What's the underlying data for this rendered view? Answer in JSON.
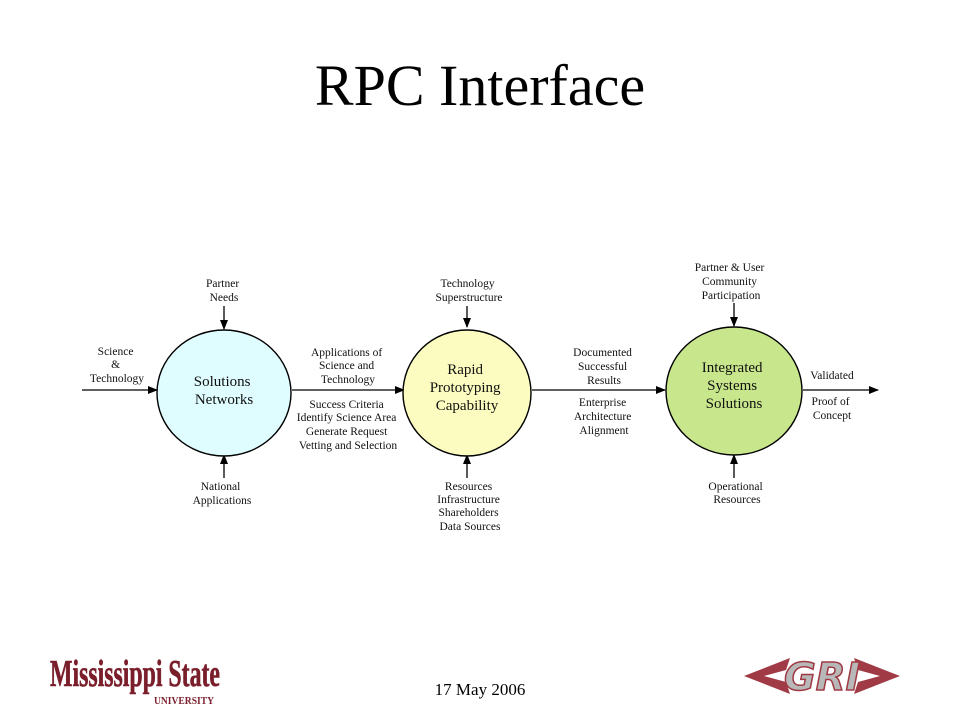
{
  "slide": {
    "title": "RPC Interface",
    "date": "17 May 2006"
  },
  "colors": {
    "solutions": "#dffcff",
    "rapid": "#fcfcc0",
    "integrated": "#c8e68c",
    "logo_maroon": "#7a1e2b",
    "gri_red": "#a03a44",
    "gri_gray": "#b8b8b8"
  },
  "diagram": {
    "nodes": [
      {
        "id": "solutions",
        "lines": [
          "Solutions",
          "Networks"
        ]
      },
      {
        "id": "rapid",
        "lines": [
          "Rapid",
          "Prototyping",
          "Capability"
        ]
      },
      {
        "id": "integrated",
        "lines": [
          "Integrated",
          "Systems",
          "Solutions"
        ]
      }
    ],
    "labels": {
      "science_tech": [
        "Science",
        "&",
        "Technology"
      ],
      "partner_needs": [
        "Partner",
        "Needs"
      ],
      "national_apps": [
        "National",
        "Applications"
      ],
      "applications": [
        "Applications of",
        "Science and",
        "Technology"
      ],
      "success": [
        "Success Criteria",
        "Identify Science Area",
        "Generate Request",
        "Vetting and Selection"
      ],
      "tech_super": [
        "Technology",
        "Superstructure"
      ],
      "resources": [
        "Resources",
        "Infrastructure",
        "Shareholders",
        "Data Sources"
      ],
      "documented": [
        "Documented",
        "Successful",
        "Results"
      ],
      "enterprise": [
        "Enterprise",
        "Architecture",
        "Alignment"
      ],
      "partner_user": [
        "Partner & User",
        "Community",
        "Participation"
      ],
      "operational": [
        "Operational",
        "Resources"
      ],
      "validated": [
        "Validated"
      ],
      "proof": [
        "Proof of",
        "Concept"
      ]
    }
  },
  "logos": {
    "msu_text": "Mississippi State",
    "msu_sub": "UNIVERSITY",
    "gri_text": "GRI"
  }
}
